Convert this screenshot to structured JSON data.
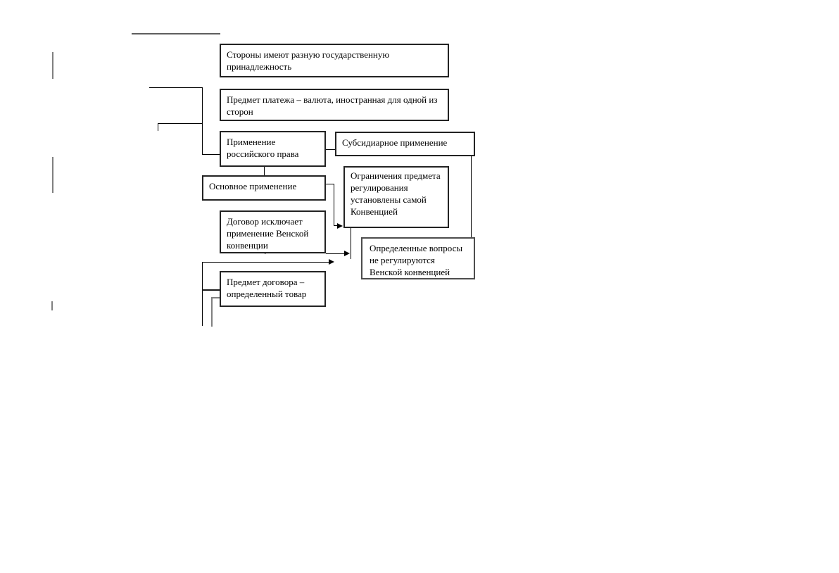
{
  "page": {
    "background_color": "#ffffff",
    "type": "word-document-flowchart"
  },
  "diagram": {
    "colors": {
      "box_border": "#232323",
      "connector": "#000000",
      "gray_marks": "#808080"
    },
    "boxes": [
      {
        "id": "parties",
        "text": "Стороны имеют разную государственную принадлежность"
      },
      {
        "id": "payment-subject",
        "text": "Предмет платежа – валюта, иностранная для одной из сторон"
      },
      {
        "id": "russian-law",
        "text": "Применение российского права"
      },
      {
        "id": "subsidiary",
        "text": "Субсидиарное применение"
      },
      {
        "id": "main-application",
        "text": "Основное применение"
      },
      {
        "id": "limitations",
        "text": "Ограничения предмета регулирования установлены самой Конвенцией"
      },
      {
        "id": "contract-excludes",
        "text": "Договор исключает применение Венской конвенции"
      },
      {
        "id": "certain-questions",
        "text": "Определенные вопросы не регулируются Венской конвенцией"
      },
      {
        "id": "contract-subject",
        "text": "Предмет договора – определенный товар"
      }
    ]
  }
}
